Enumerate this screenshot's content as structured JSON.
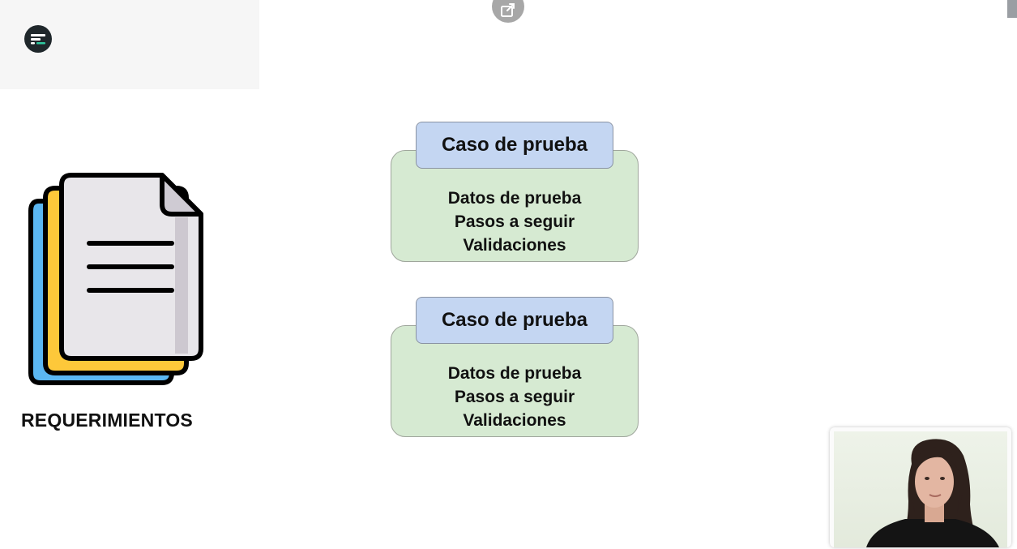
{
  "slide": {
    "requirements_label": "REQUERIMIENTOS",
    "test_cases": [
      {
        "title": "Caso de prueba",
        "lines": [
          "Datos de prueba",
          "Pasos a seguir",
          "Validaciones"
        ]
      },
      {
        "title": "Caso de prueba",
        "lines": [
          "Datos de prueba",
          "Pasos a seguir",
          "Validaciones"
        ]
      }
    ]
  },
  "icons": {
    "app_logo": "app-logo-icon",
    "popout": "popout-icon",
    "documents": "document-stack-icon",
    "presenter": "presenter-video"
  },
  "colors": {
    "card_header": "#c4d6f2",
    "card_body": "#d6ead2",
    "doc_yellow": "#fdc83a",
    "doc_blue": "#5bb7f2",
    "doc_paper": "#e8e6ea"
  }
}
